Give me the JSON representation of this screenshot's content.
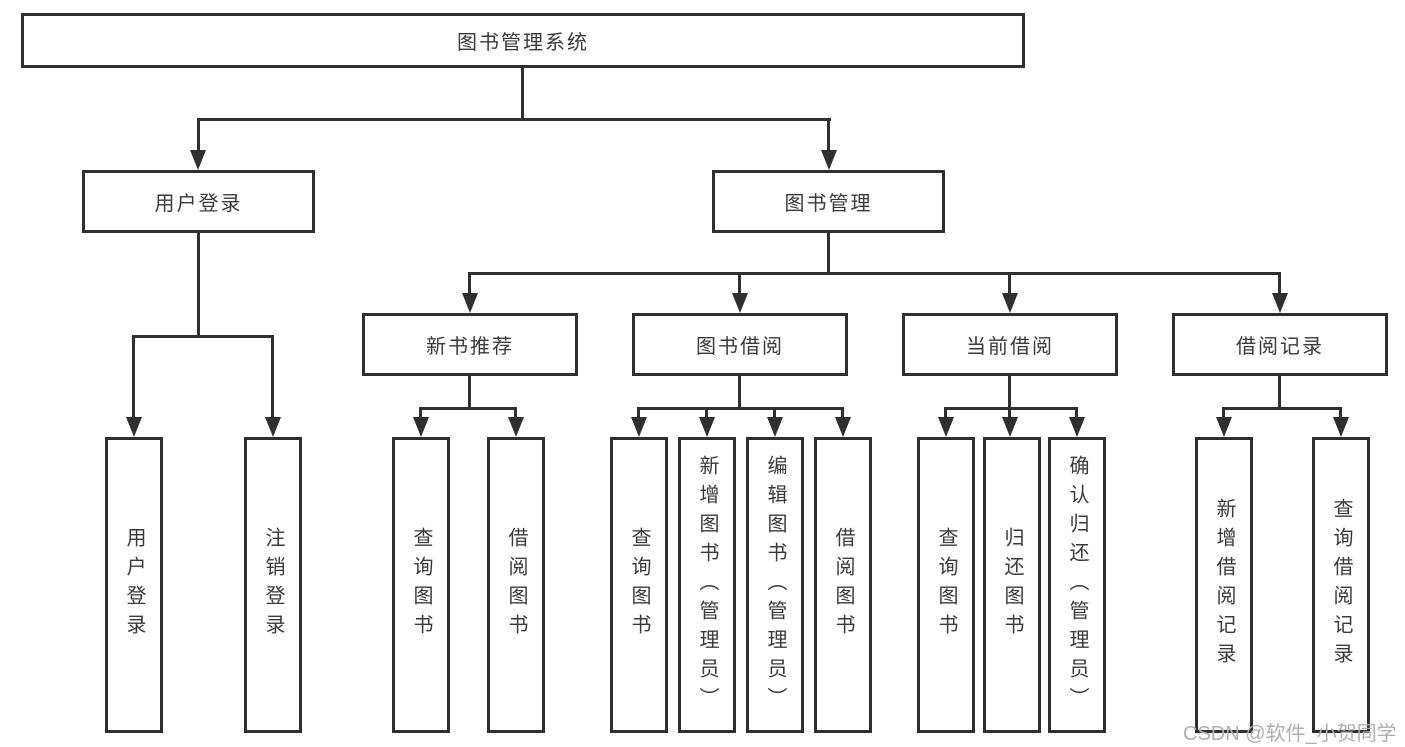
{
  "diagram": {
    "watermark": "CSDN @软件_小贺同学",
    "colors": {
      "line": "#2f2f2f",
      "box_border": "#2f2f2f",
      "text": "#3a3a3a",
      "background": "#ffffff",
      "watermark": "#b3aeae"
    },
    "root": {
      "label": "图书管理系统"
    },
    "branches": [
      {
        "label": "用户登录",
        "children": [
          {
            "label": "用户登录"
          },
          {
            "label": "注销登录"
          }
        ]
      },
      {
        "label": "图书管理",
        "children": [
          {
            "label": "新书推荐",
            "children": [
              {
                "label": "查询图书"
              },
              {
                "label": "借阅图书"
              }
            ]
          },
          {
            "label": "图书借阅",
            "children": [
              {
                "label": "查询图书"
              },
              {
                "label": "新增图书（管理员）"
              },
              {
                "label": "编辑图书（管理员）"
              },
              {
                "label": "借阅图书"
              }
            ]
          },
          {
            "label": "当前借阅",
            "children": [
              {
                "label": "查询图书"
              },
              {
                "label": "归还图书"
              },
              {
                "label": "确认归还（管理员）"
              }
            ]
          },
          {
            "label": "借阅记录",
            "children": [
              {
                "label": "新增借阅记录"
              },
              {
                "label": "查询借阅记录"
              }
            ]
          }
        ]
      }
    ]
  }
}
